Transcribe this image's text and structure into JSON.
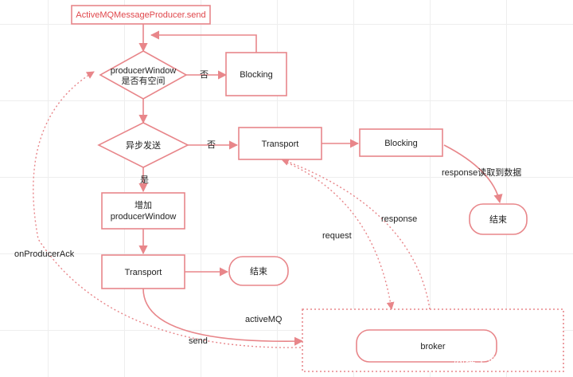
{
  "colors": {
    "stroke": "#e8868a",
    "fill": "#ffffff",
    "text": "#222222",
    "title_text": "#e0474c",
    "grid": "#eeeeee"
  },
  "nodes": {
    "start": "ActiveMQMessageProducer.send",
    "window_check_line1": "producerWindow",
    "window_check_line2": "是否有空间",
    "blocking_top": "Blocking",
    "async_check": "异步发送",
    "transport_right": "Transport",
    "blocking_right": "Blocking",
    "end_right": "结束",
    "increase_line1": "增加",
    "increase_line2": "producerWindow",
    "transport_left": "Transport",
    "end_left": "结束",
    "broker": "broker"
  },
  "edge_labels": {
    "no_top": "否",
    "no_async": "否",
    "yes_async": "是",
    "response_read": "response读取到数据",
    "response": "response",
    "request": "request",
    "on_producer_ack": "onProducerAck",
    "active_mq": "activeMQ",
    "send": "send"
  },
  "watermark": "@稀土掘金技术社区"
}
